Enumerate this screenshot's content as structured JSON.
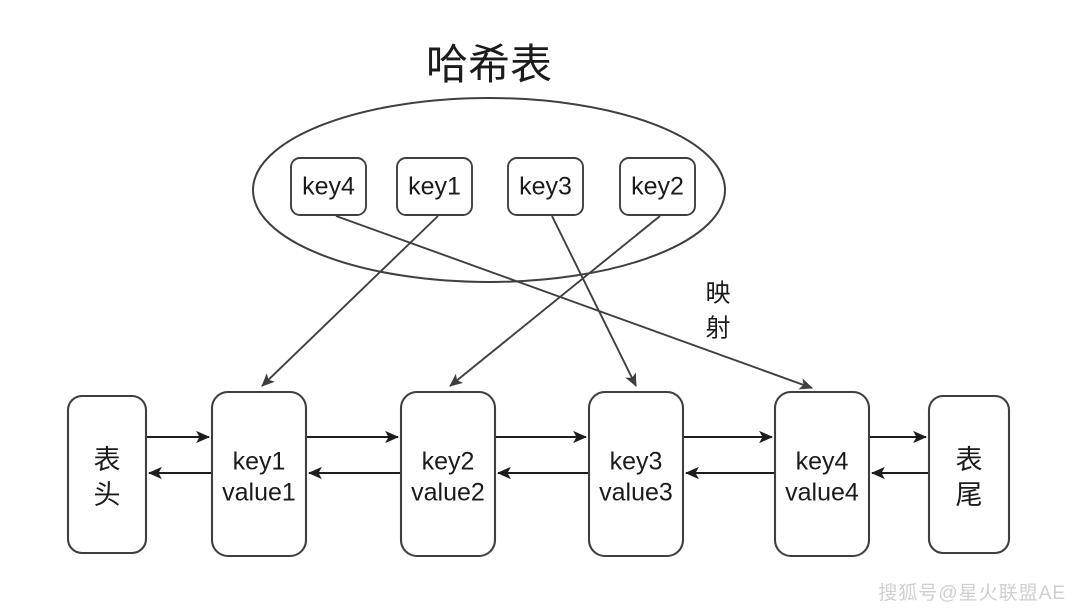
{
  "diagram": {
    "title": "哈希表",
    "mapping_label": "映射",
    "hash_table": {
      "container_shape": "ellipse",
      "keys": [
        {
          "label": "key4"
        },
        {
          "label": "key1"
        },
        {
          "label": "key3"
        },
        {
          "label": "key2"
        }
      ]
    },
    "linked_list": {
      "head_label": "表头",
      "tail_label": "表尾",
      "nodes": [
        {
          "key": "key1",
          "value": "value1"
        },
        {
          "key": "key2",
          "value": "value2"
        },
        {
          "key": "key3",
          "value": "value3"
        },
        {
          "key": "key4",
          "value": "value4"
        }
      ]
    },
    "mappings": [
      {
        "from": "key4",
        "to": "key4 value4"
      },
      {
        "from": "key1",
        "to": "key1 value1"
      },
      {
        "from": "key3",
        "to": "key3 value3"
      },
      {
        "from": "key2",
        "to": "key2 value2"
      }
    ],
    "colors": {
      "stroke": "#3f3f3f",
      "text": "#1b1b1b",
      "background": "#ffffff",
      "watermark": "#cfcfcf"
    }
  },
  "watermark": {
    "text": "搜狐号@星火联盟AE"
  }
}
